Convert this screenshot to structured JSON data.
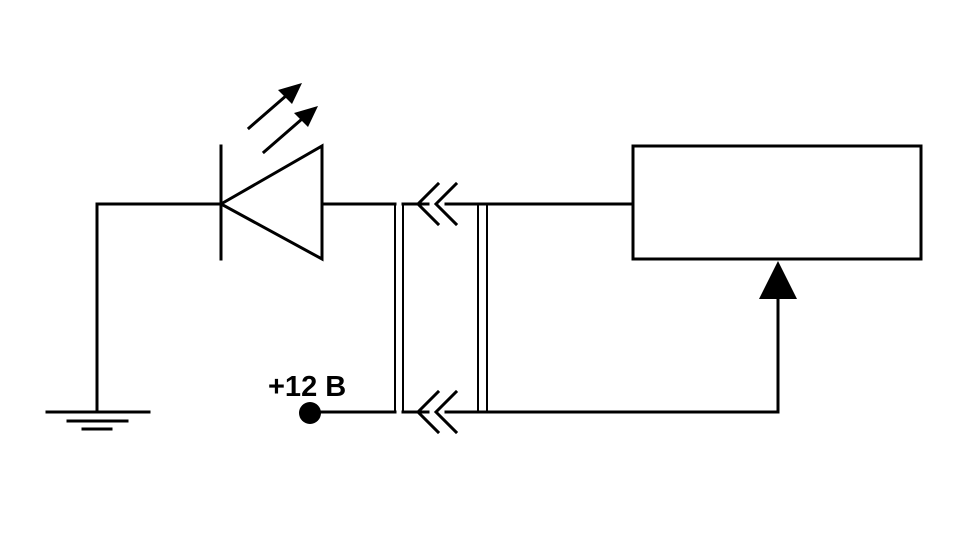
{
  "diagram": {
    "supply_label": "+12 В",
    "components": [
      "ground-symbol",
      "led",
      "connector-pin-top",
      "connector-pin-bottom",
      "potentiometer"
    ],
    "colors": {
      "background": "#ffffff",
      "stroke": "#000000"
    }
  }
}
